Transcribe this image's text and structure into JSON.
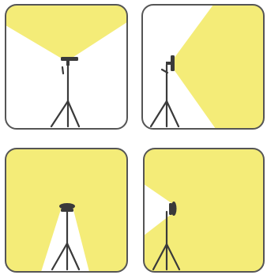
{
  "colors": {
    "light": "#f4ec78",
    "background": "#ffffff",
    "outline": "#555555",
    "stand": "#3a3a3a"
  },
  "panels": [
    {
      "name": "panel-light-pointing-up",
      "light_direction": "up",
      "fill": "partial"
    },
    {
      "name": "panel-light-pointing-right",
      "light_direction": "right",
      "fill": "partial"
    },
    {
      "name": "panel-light-pointing-down",
      "light_direction": "down",
      "fill": "inverse"
    },
    {
      "name": "panel-light-pointing-left",
      "light_direction": "left",
      "fill": "inverse"
    }
  ]
}
